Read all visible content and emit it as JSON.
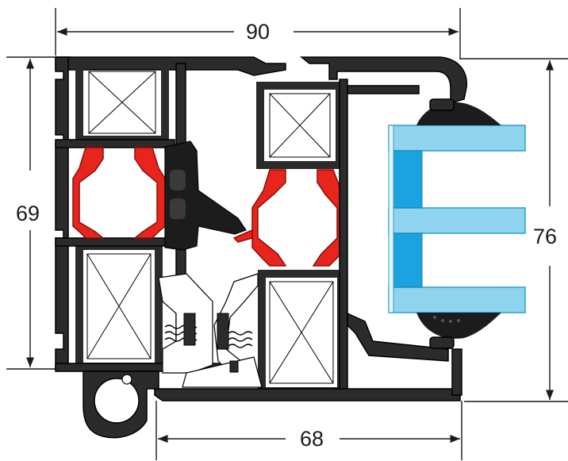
{
  "dimensions": {
    "top_width": "90",
    "bottom_width": "68",
    "left_height": "69",
    "right_height": "76"
  },
  "colors": {
    "profile": "#2b2b2b",
    "profile_edge": "#000000",
    "thermal_break": "#e8251d",
    "glass": "#8fd3ef",
    "glass_edge": "#2a9fd0",
    "spacer": "#1aa3e0",
    "gasket": "#1c1c1c",
    "reinforcement": "#ffffff",
    "hardware": "#ffffff"
  }
}
